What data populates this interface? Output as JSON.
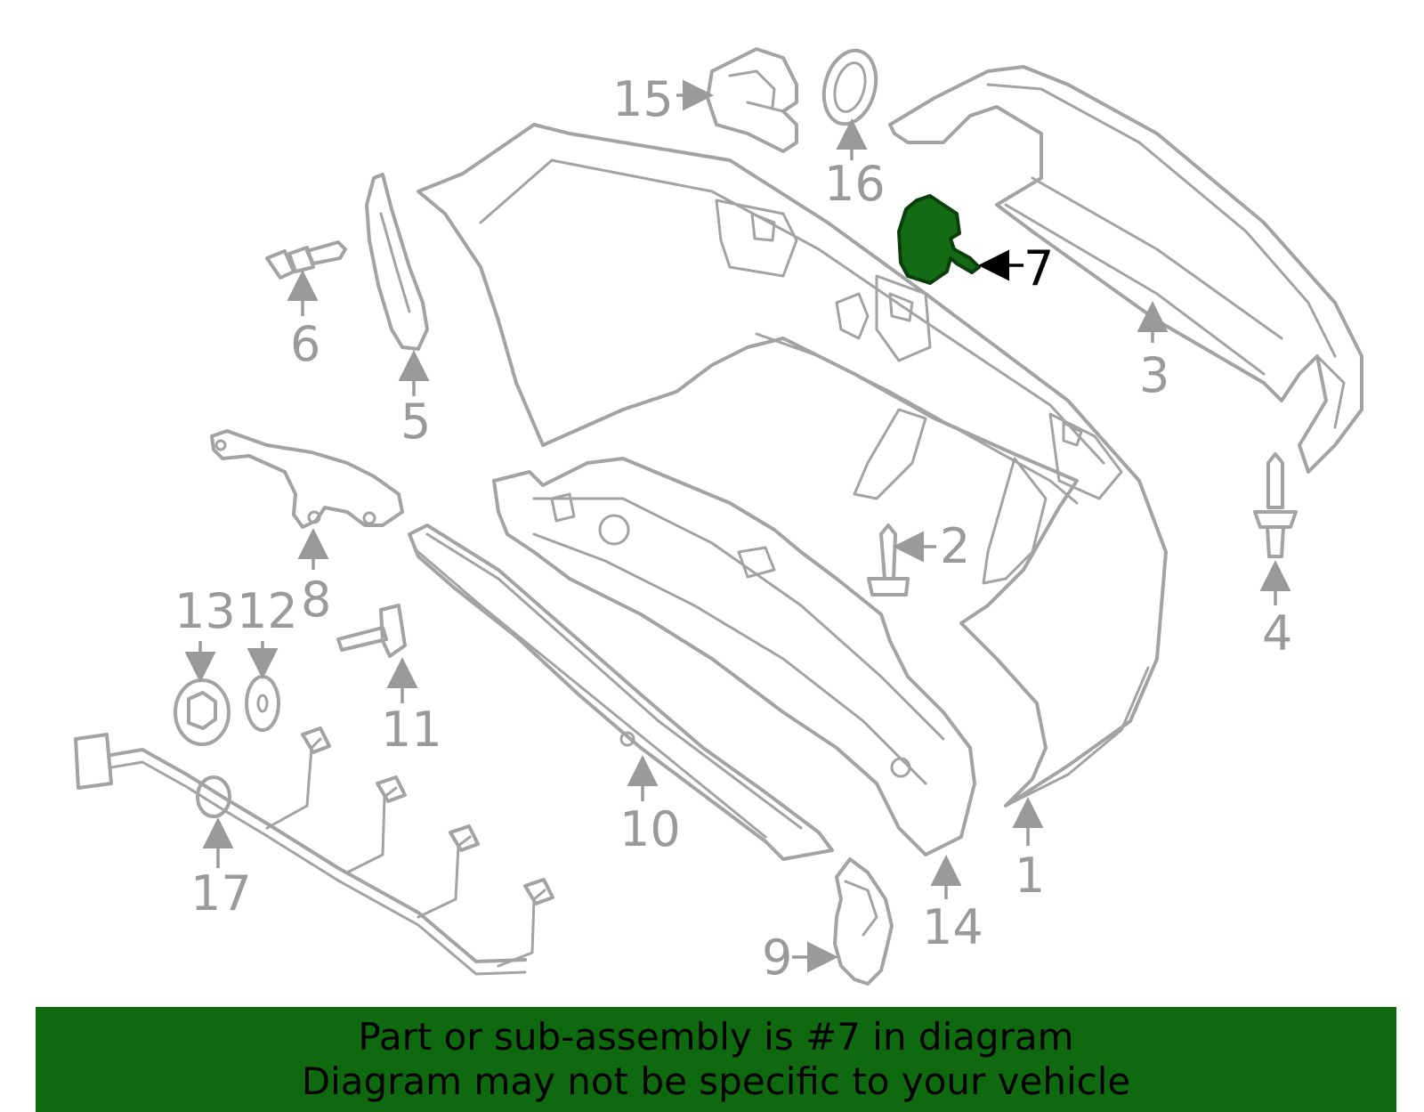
{
  "diagram": {
    "callouts": [
      "1",
      "2",
      "3",
      "4",
      "5",
      "6",
      "7",
      "8",
      "9",
      "10",
      "11",
      "12",
      "13",
      "14",
      "15",
      "16",
      "17"
    ],
    "highlighted_part": "7",
    "highlight_color": "#156b15",
    "line_color": "#a3a3a3"
  },
  "banner": {
    "line1": "Part or sub-assembly is #7 in diagram",
    "line2": "Diagram may not be specific to your vehicle",
    "background": "#0f6a0f"
  }
}
